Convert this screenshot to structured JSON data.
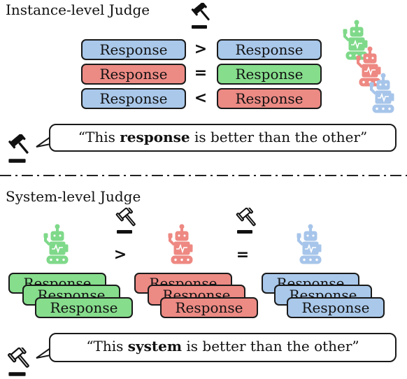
{
  "instance": {
    "title": "Instance-level Judge",
    "response_label": "Response",
    "rows": [
      {
        "left": "Response",
        "op": ">",
        "right": "Response"
      },
      {
        "left": "Response",
        "op": "=",
        "right": "Response"
      },
      {
        "left": "Response",
        "op": "<",
        "right": "Response"
      }
    ],
    "quote_open": "“This ",
    "quote_bold": "response",
    "quote_close": " is better than the other”"
  },
  "system": {
    "title": "System-level Judge",
    "op1": ">",
    "op2": "=",
    "response_label": "Response",
    "quote_open": "“This ",
    "quote_bold": "system",
    "quote_close": " is better than the other”"
  },
  "colors": {
    "blue": "#a9c8ea",
    "red": "#ec8a84",
    "green": "#86dd8c",
    "robot_green": "#7fd98a",
    "robot_red": "#ee8882",
    "robot_blue": "#a7c5ea"
  },
  "icons": [
    "gavel-icon",
    "robot-icon"
  ]
}
